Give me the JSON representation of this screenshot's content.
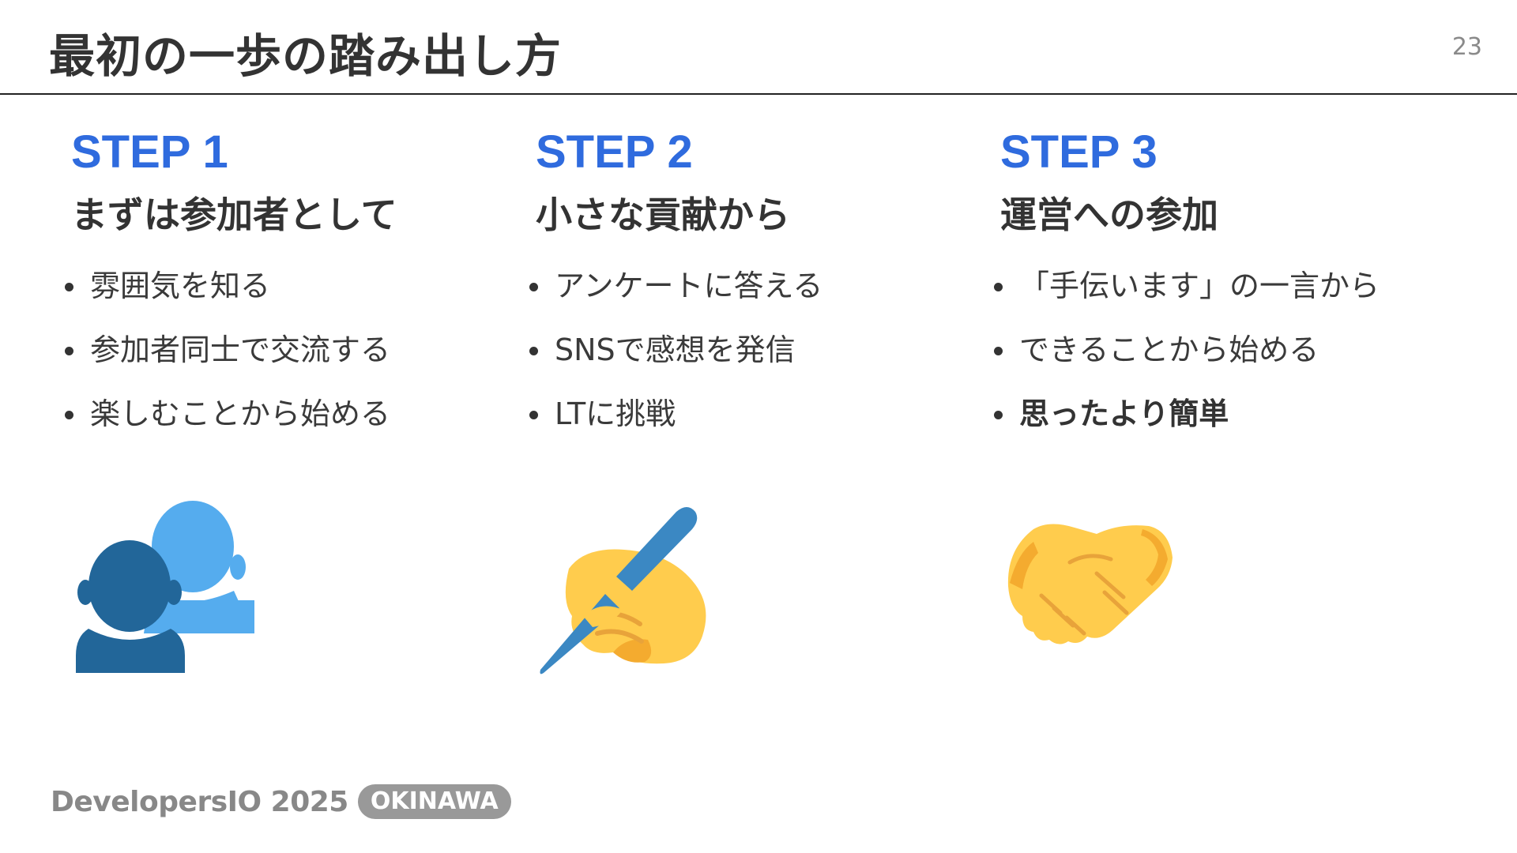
{
  "slide": {
    "title": "最初の一歩の踏み出し方",
    "page_number": "23"
  },
  "steps": [
    {
      "label": "STEP 1",
      "subtitle": "まずは参加者として",
      "bullets": [
        "雰囲気を知る",
        "参加者同士で交流する",
        "楽しむことから始める"
      ],
      "icon": "people-silhouette-icon"
    },
    {
      "label": "STEP 2",
      "subtitle": "小さな貢献から",
      "bullets": [
        "アンケートに答える",
        "SNSで感想を発信",
        "LTに挑戦"
      ],
      "icon": "writing-hand-icon"
    },
    {
      "label": "STEP 3",
      "subtitle": "運営への参加",
      "bullets": [
        "「手伝います」の一言から",
        "できることから始める",
        "思ったより簡単"
      ],
      "icon": "handshake-icon"
    }
  ],
  "footer": {
    "brand": "DevelopersIO 2025",
    "badge": "OKINAWA"
  },
  "colors": {
    "step_accent": "#2f6bde",
    "text": "#333333",
    "page_number": "#8a8a8a",
    "brand_gray": "#888888"
  }
}
